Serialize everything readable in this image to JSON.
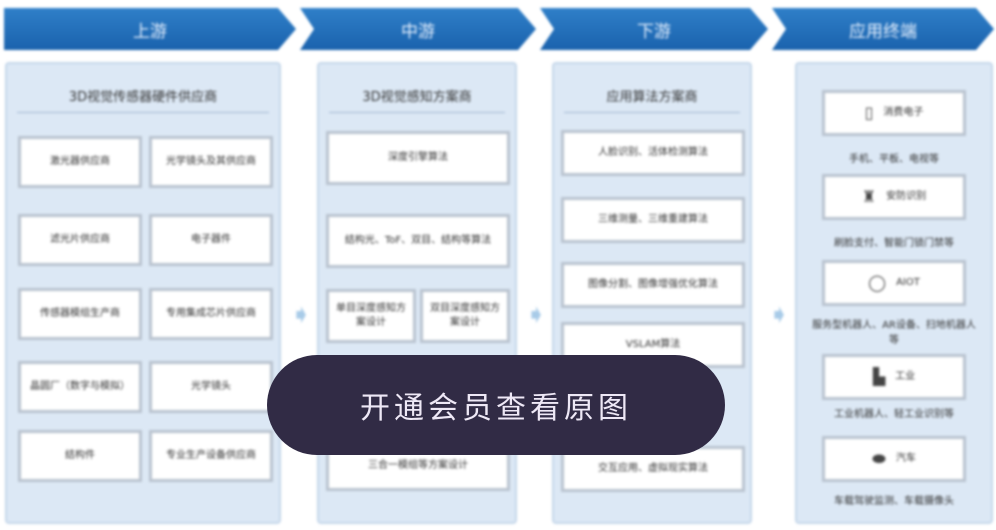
{
  "stages": [
    "上游",
    "中游",
    "下游",
    "应用终端"
  ],
  "upstream": {
    "title": "3D视觉传感器硬件供应商",
    "items": [
      "激光器供应商",
      "光学镜头及其供应商",
      "滤光片供应商",
      "电子器件",
      "传感器模组生产商",
      "专用集成芯片供应商",
      "晶圆厂（数字与模拟）",
      "光学镜头",
      "结构件",
      "专业生产设备供应商"
    ]
  },
  "midstream": {
    "title": "3D视觉感知方案商",
    "items": [
      "深度引擎算法",
      "结构光、ToF、双目、结构等算法",
      "单目深度感知方案设计",
      "双目深度感知方案设计",
      "",
      "三合一模组等方案设计"
    ]
  },
  "downstream": {
    "title": "应用算法方案商",
    "items": [
      "人脸识别、活体检测算法",
      "三维测量、三维重建算法",
      "图像分割、图像增强优化算法",
      "VSLAM算法",
      "",
      "交互应用、虚拟现实算法"
    ]
  },
  "terminal": {
    "items": [
      {
        "icon": "phone-icon",
        "label": "消费电子",
        "caption": "手机、平板、电视等"
      },
      {
        "icon": "lock-icon",
        "label": "安防识别",
        "caption": "刷脸支付、智能门锁门禁等"
      },
      {
        "icon": "ring-icon",
        "label": "AIOT",
        "caption": "服务型机器人、AR设备、扫地机器人等"
      },
      {
        "icon": "factory-icon",
        "label": "工业",
        "caption": "工业机器人、轻工业识别等"
      },
      {
        "icon": "car-icon",
        "label": "汽车",
        "caption": "车载驾驶监测、车载摄像头"
      }
    ]
  },
  "overlay": {
    "label": "开通会员查看原图"
  },
  "colors": {
    "header": "#1a62ad",
    "panel": "#dce8f5",
    "overlay": "#312b45"
  }
}
